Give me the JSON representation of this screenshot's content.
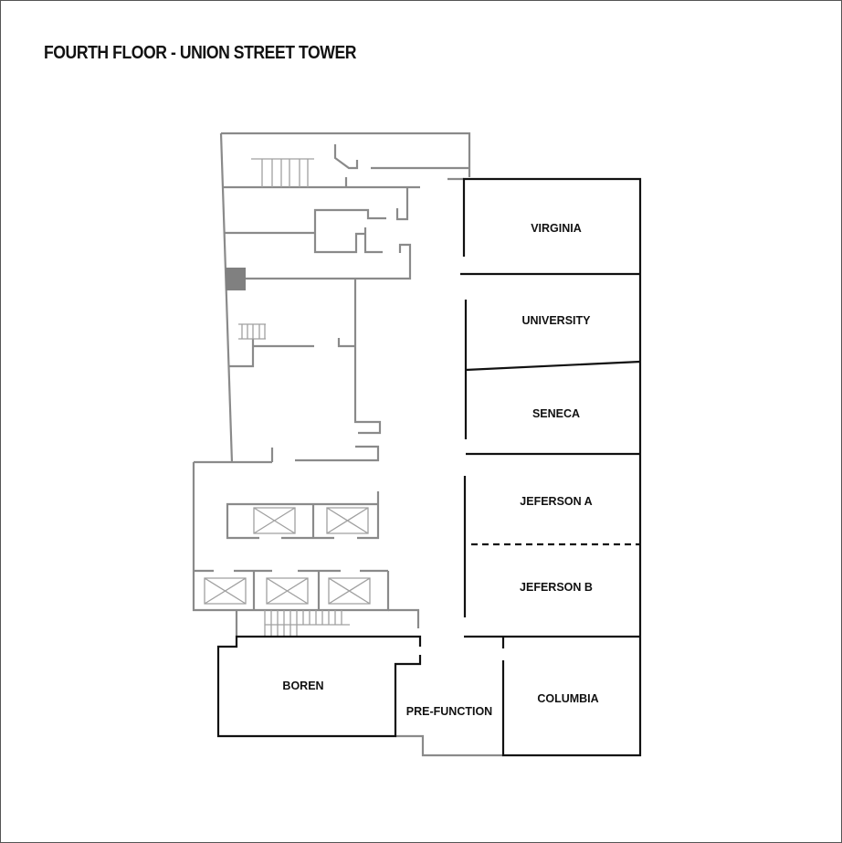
{
  "title": "FOURTH FLOOR - UNION STREET TOWER",
  "rooms": {
    "virginia": "VIRGINIA",
    "university": "UNIVERSITY",
    "seneca": "SENECA",
    "jeferson_a": "JEFERSON A",
    "jeferson_b": "JEFERSON B",
    "columbia": "COLUMBIA",
    "boren": "BOREN",
    "pre_function": "PRE-FUNCTION"
  },
  "colors": {
    "meeting_room_walls": "#111111",
    "service_walls": "#8a8a8a"
  }
}
